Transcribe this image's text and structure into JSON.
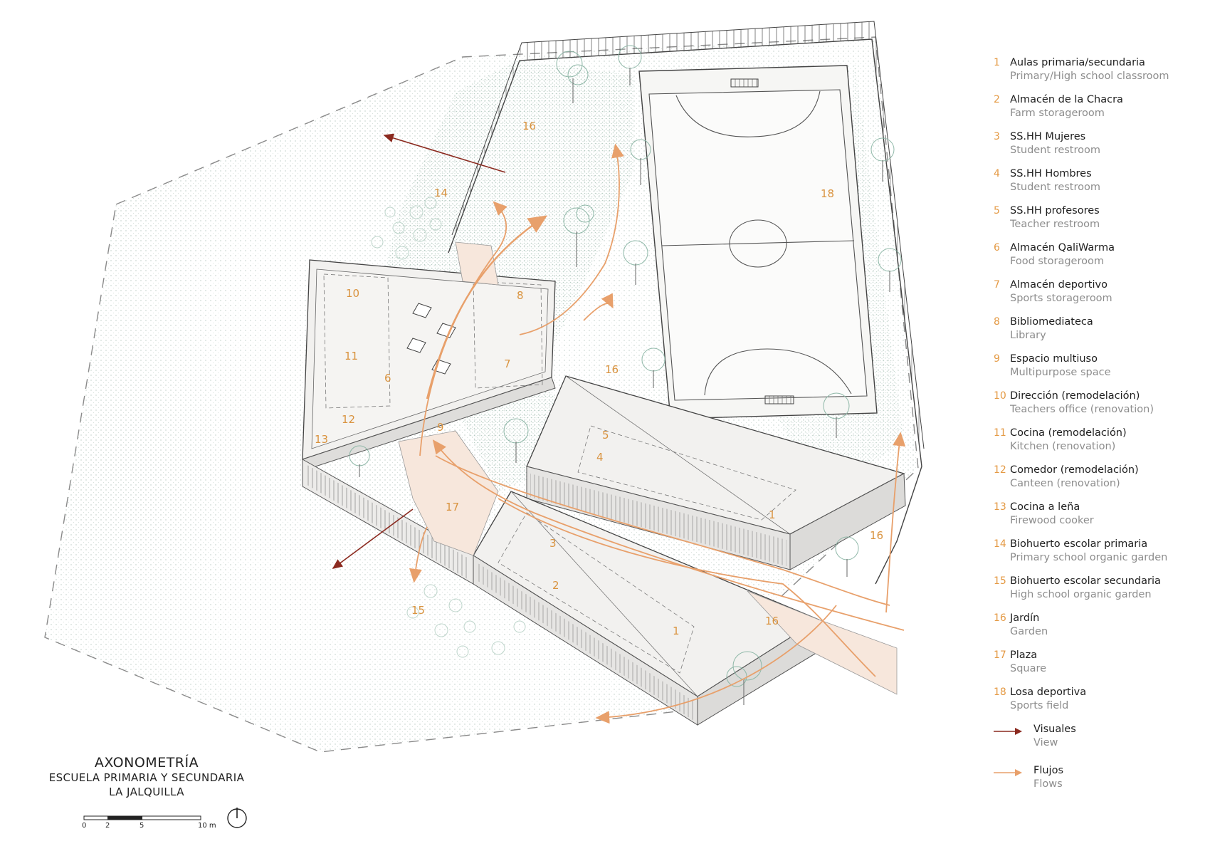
{
  "title": {
    "main": "AXONOMETRÍA",
    "line2": "ESCUELA PRIMARIA Y SECUNDARIA",
    "line3": "LA JALQUILLA"
  },
  "scale": {
    "ticks": [
      "0",
      "2",
      "5",
      "10 m"
    ]
  },
  "colors": {
    "accent": "#e49a45",
    "view_arrow": "#8b2a1f",
    "flow_arrow": "#e8a06b",
    "text": "#1e1e1e",
    "muted": "#8d8d8d"
  },
  "diagram_labels": [
    "16",
    "14",
    "10",
    "8",
    "11",
    "6",
    "7",
    "12",
    "9",
    "13",
    "17",
    "5",
    "4",
    "16",
    "1",
    "18",
    "3",
    "2",
    "16",
    "15",
    "1",
    "16"
  ],
  "legend": [
    {
      "num": "1",
      "es": "Aulas primaria/secundaria",
      "en": "Primary/High school classroom"
    },
    {
      "num": "2",
      "es": "Almacén de la Chacra",
      "en": "Farm storageroom"
    },
    {
      "num": "3",
      "es": "SS.HH Mujeres",
      "en": "Student restroom"
    },
    {
      "num": "4",
      "es": "SS.HH Hombres",
      "en": "Student restroom"
    },
    {
      "num": "5",
      "es": "SS.HH profesores",
      "en": "Teacher restroom"
    },
    {
      "num": "6",
      "es": "Almacén QaliWarma",
      "en": "Food storageroom"
    },
    {
      "num": "7",
      "es": "Almacén deportivo",
      "en": "Sports storageroom"
    },
    {
      "num": "8",
      "es": "Bibliomediateca",
      "en": "Library"
    },
    {
      "num": "9",
      "es": "Espacio multiuso",
      "en": "Multipurpose space"
    },
    {
      "num": "10",
      "es": "Dirección (remodelación)",
      "en": "Teachers office (renovation)"
    },
    {
      "num": "11",
      "es": "Cocina (remodelación)",
      "en": "Kitchen (renovation)"
    },
    {
      "num": "12",
      "es": "Comedor (remodelación)",
      "en": "Canteen (renovation)"
    },
    {
      "num": "13",
      "es": "Cocina a leña",
      "en": "Firewood cooker"
    },
    {
      "num": "14",
      "es": "Biohuerto escolar primaria",
      "en": "Primary school organic garden"
    },
    {
      "num": "15",
      "es": "Biohuerto escolar secundaria",
      "en": "High school organic garden"
    },
    {
      "num": "16",
      "es": "Jardín",
      "en": "Garden"
    },
    {
      "num": "17",
      "es": "Plaza",
      "en": "Square"
    },
    {
      "num": "18",
      "es": "Losa deportiva",
      "en": "Sports field"
    }
  ],
  "arrow_legend": [
    {
      "es": "Visuales",
      "en": "View"
    },
    {
      "es": "Flujos",
      "en": "Flows"
    }
  ]
}
